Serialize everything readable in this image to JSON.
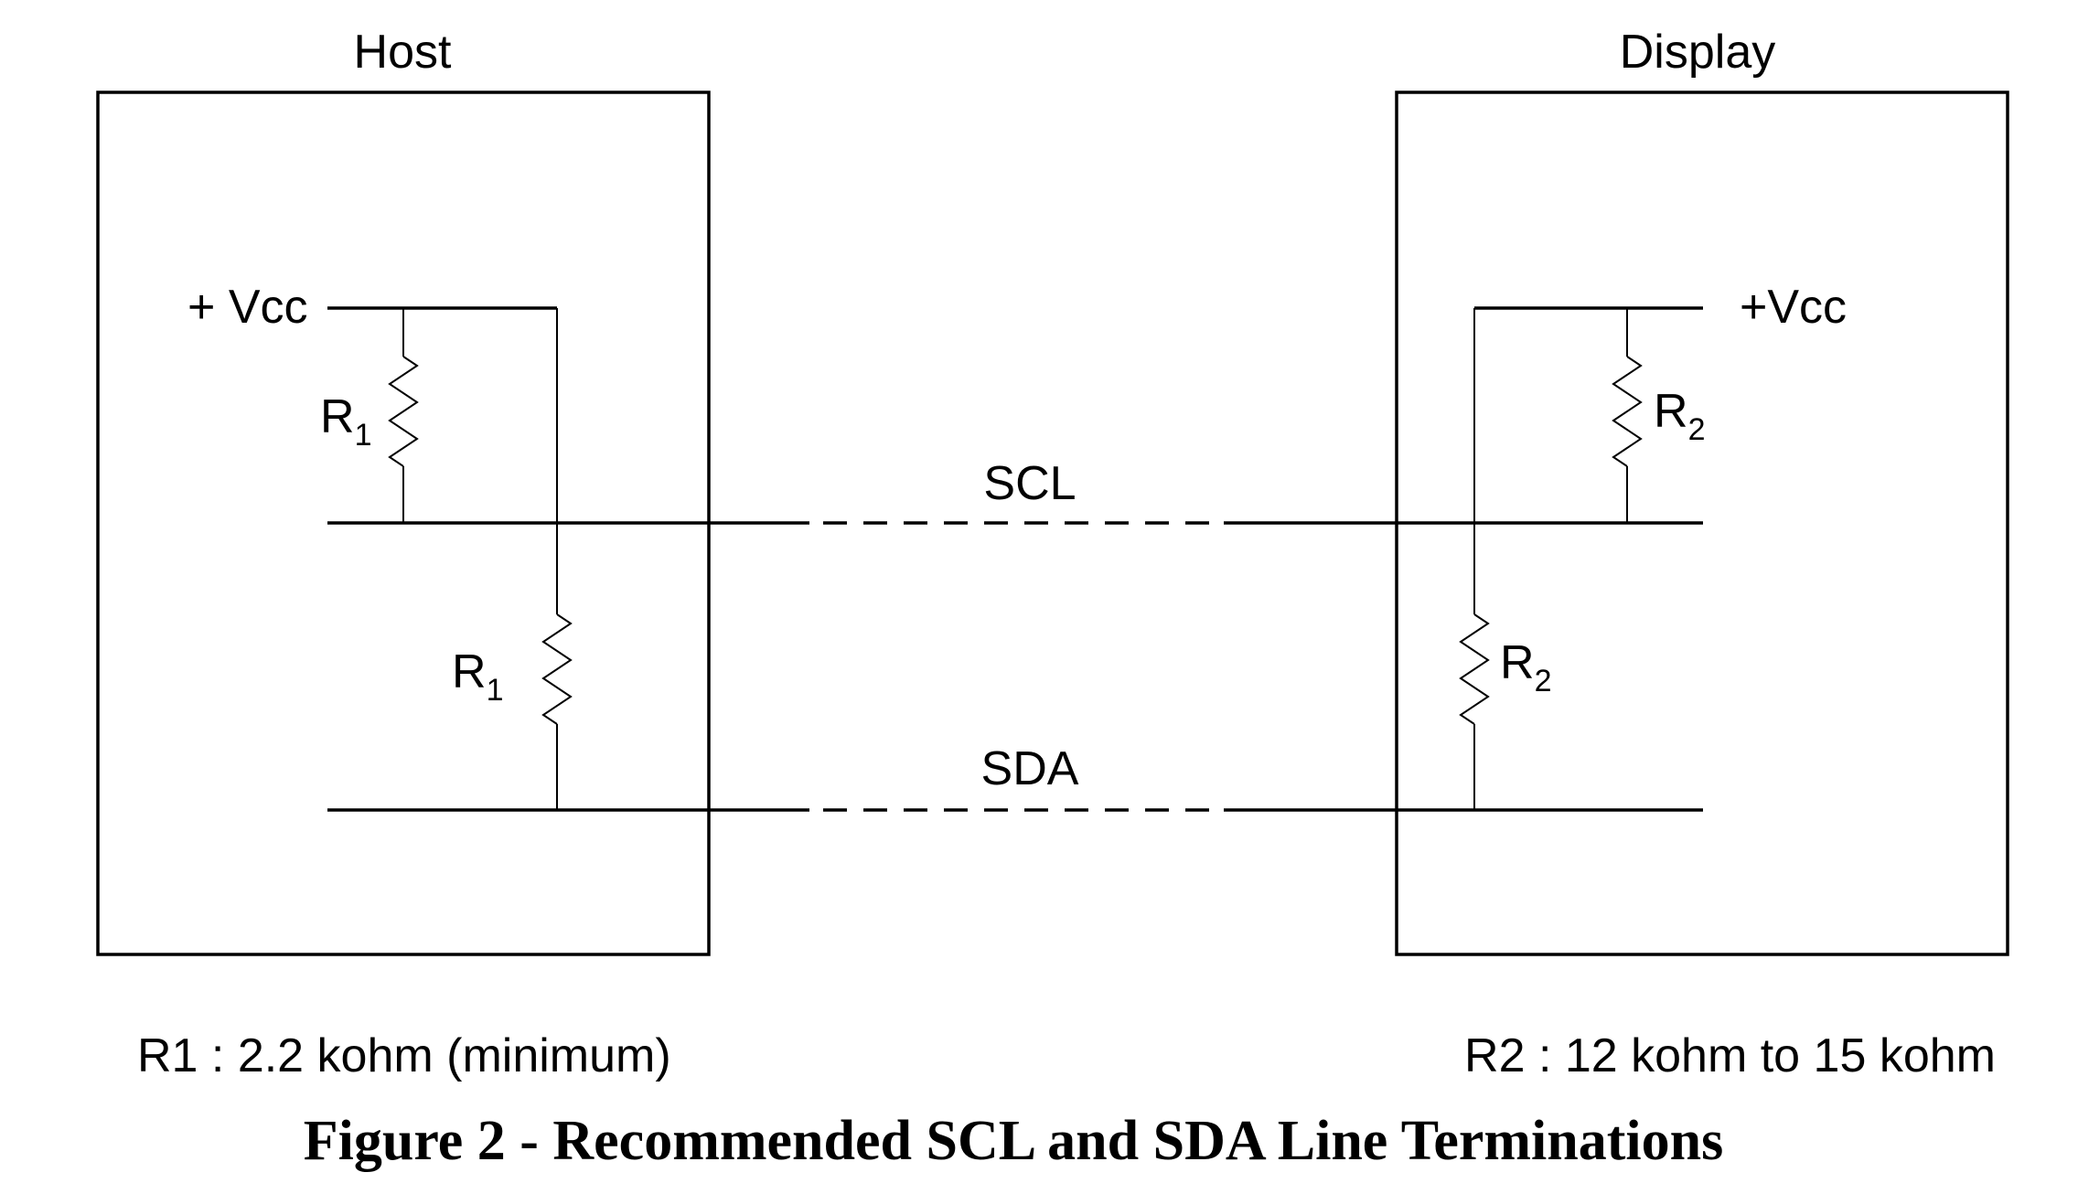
{
  "host": {
    "title": "Host",
    "vcc_label": "+ Vcc",
    "resistor_scl": {
      "letter": "R",
      "subscript": "1"
    },
    "resistor_sda": {
      "letter": "R",
      "subscript": "1"
    }
  },
  "display": {
    "title": "Display",
    "vcc_label": "+Vcc",
    "resistor_scl": {
      "letter": "R",
      "subscript": "2"
    },
    "resistor_sda": {
      "letter": "R",
      "subscript": "2"
    }
  },
  "lines": {
    "scl_label": "SCL",
    "sda_label": "SDA"
  },
  "notes": {
    "r1": "R1 : 2.2 kohm (minimum)",
    "r2": "R2 : 12 kohm to 15 kohm"
  },
  "caption": "Figure 2 - Recommended SCL and SDA Line Terminations"
}
